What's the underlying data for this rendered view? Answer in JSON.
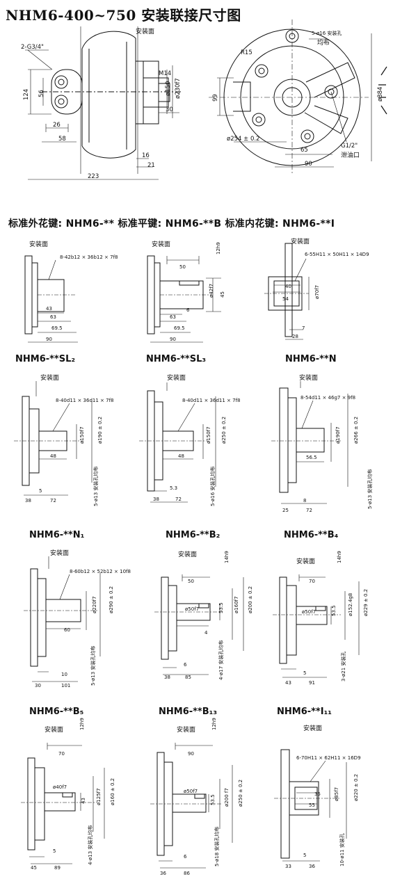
{
  "title": "NHM6-400~750  安装联接尺寸图",
  "section_heading": "标准外花键: NHM6-** 标准平键: NHM6-**B 标准内花键: NHM6-**I",
  "mount_face": "安装面",
  "top_left": {
    "port": "2-G3/4\"",
    "d124": "124",
    "d56": "56",
    "d26": "26",
    "d58": "58",
    "d223": "223",
    "d16": "16",
    "d21": "21",
    "m14": "M14",
    "d150": "ø150",
    "d230": "ø230f7",
    "d30": "30"
  },
  "top_right": {
    "holes": "5-ø16 安装孔",
    "even": "均布",
    "r15": "R15",
    "d99": "99",
    "d254": "ø254 ± 0.2",
    "d65": "65",
    "d90": "90",
    "g12": "G1/2\"",
    "drain": "泄油口",
    "d384": "ø384"
  },
  "std": {
    "spline": {
      "spec": "8-42b12 × 36b12 × 7f8",
      "d43": "43",
      "d63": "63",
      "d695": "69.5",
      "d90": "90"
    },
    "key": {
      "d50": "50",
      "d12h9": "12h9",
      "d42f7": "ø42f7",
      "d45": "45",
      "d6": "6",
      "d63": "63",
      "d695": "69.5",
      "d90": "90"
    },
    "inner": {
      "spec": "6-55H11 × 50H11 × 14D9",
      "d40": "40",
      "d54": "54",
      "d70f7": "ø70f7",
      "d7": "7",
      "d28": "28"
    }
  },
  "row2": {
    "sl2": {
      "label": "NHM6-**SL₂",
      "spec": "8-40d11 × 36d11 × 7f8",
      "d48": "48",
      "d150f7": "ø150f7",
      "d190": "ø190 ± 0.2",
      "d5": "5",
      "d38": "38",
      "d72": "72",
      "holes": "5-ø13 安装孔均布"
    },
    "sl3": {
      "label": "NHM6-**SL₃",
      "spec": "8-40d11 × 36d11 × 7f8",
      "d48": "48",
      "d150f7": "ø150f7",
      "d250": "ø250 ± 0.2",
      "d53": "5.3",
      "d38": "38",
      "d72": "72",
      "holes": "5-ø16 安装孔均布"
    },
    "n": {
      "label": "NHM6-**N",
      "spec": "8-54d11 × 46g7 × 9f8",
      "d565": "56.5",
      "d190f7": "ø190f7",
      "d266": "ø266 ± 0.2",
      "d8": "8",
      "d25": "25",
      "d72": "72",
      "holes": "5-ø13 安装孔均布"
    }
  },
  "row3": {
    "n1": {
      "label": "NHM6-**N₁",
      "spec": "8-60b12 × 52b12 × 10f8",
      "d60": "60",
      "d220f7": "ø220f7",
      "d290": "ø290 ± 0.2",
      "d10": "10",
      "d30": "30",
      "d101": "101",
      "holes": "5-ø13 安装孔均布"
    },
    "b2": {
      "label": "NHM6-**B₂",
      "d50": "50",
      "d14h9": "14h9",
      "d50f7": "ø50f7",
      "d535": "53.5",
      "d160f7": "ø160f7",
      "d200": "ø200 ± 0.2",
      "d4": "4",
      "d6": "6",
      "d38": "38",
      "d85": "85",
      "holes": "4-ø17 安装孔均布"
    },
    "b4": {
      "label": "NHM6-**B₄",
      "d70": "70",
      "d14h9": "14h9",
      "d50f7": "ø50f7",
      "d535": "53.5",
      "d1524": "ø152.4g8",
      "d229": "ø229 ± 0.2",
      "d5": "5",
      "d43": "43",
      "d91": "91",
      "holes": "3-ø21 安装孔"
    }
  },
  "row4": {
    "b5": {
      "label": "NHM6-**B₅",
      "d70": "70",
      "d12h9": "12h9",
      "d40f7": "ø40f7",
      "d43": "43",
      "d125f7": "ø125f7",
      "d160": "ø160 ± 0.2",
      "d5": "5",
      "d45": "45",
      "d89": "89",
      "holes": "4-ø13 安装孔均布"
    },
    "b13": {
      "label": "NHM6-**B₁₃",
      "d90": "90",
      "d12h9": "12h9",
      "d50f7": "ø50f7",
      "d535": "53.5",
      "d200f7": "ø200 f7",
      "d250": "ø250 ± 0.2",
      "d6": "6",
      "d36": "36",
      "d86": "86",
      "holes": "5-ø18 安装孔均布"
    },
    "i11": {
      "label": "NHM6-**I₁₁",
      "spec": "6-70H11 × 62H11 × 16D9",
      "d35": "35",
      "d55": "55",
      "d85f7": "ø85f7",
      "d220": "ø220 ± 0.2",
      "d5": "5",
      "d33": "33",
      "d36": "36",
      "holes": "10-ø11 安装孔"
    }
  }
}
